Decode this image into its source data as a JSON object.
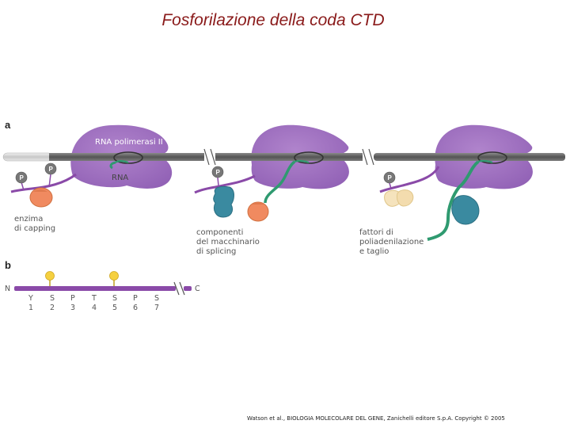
{
  "title": "Fosforilazione della coda CTD",
  "panel_a": {
    "label": "a",
    "polymerase_label": "RNA polimerasi II",
    "rna_label": "RNA",
    "phospho_symbol": "P",
    "capping_label": [
      "enzima",
      "di capping"
    ],
    "splicing_label": [
      "componenti",
      "del macchinario",
      "di splicing"
    ],
    "polyA_label": [
      "fattori di",
      "poliadenilazione",
      "e taglio"
    ]
  },
  "panel_b": {
    "label": "b",
    "n_label": "N",
    "c_label": "C",
    "residues": [
      {
        "aa": "Y",
        "pos": "1"
      },
      {
        "aa": "S",
        "pos": "2"
      },
      {
        "aa": "P",
        "pos": "3"
      },
      {
        "aa": "T",
        "pos": "4"
      },
      {
        "aa": "S",
        "pos": "5"
      },
      {
        "aa": "P",
        "pos": "6"
      },
      {
        "aa": "S",
        "pos": "7"
      }
    ]
  },
  "footer": "Watson et al., BIOLOGIA MOLECOLARE DEL GENE, Zanichelli editore S.p.A. Copyright © 2005",
  "colors": {
    "title": "#8a1a1a",
    "polymerase": "#a070c0",
    "ctd_tail": "#8a4aa8",
    "dna": "#606060",
    "rna": "#2f9a70",
    "capping_enzyme": "#f08a60",
    "splicing": "#3a8aa0",
    "polyA": "#f3dcae",
    "phospho_gray": "#777777",
    "phospho_yellow": "#f5d040"
  }
}
